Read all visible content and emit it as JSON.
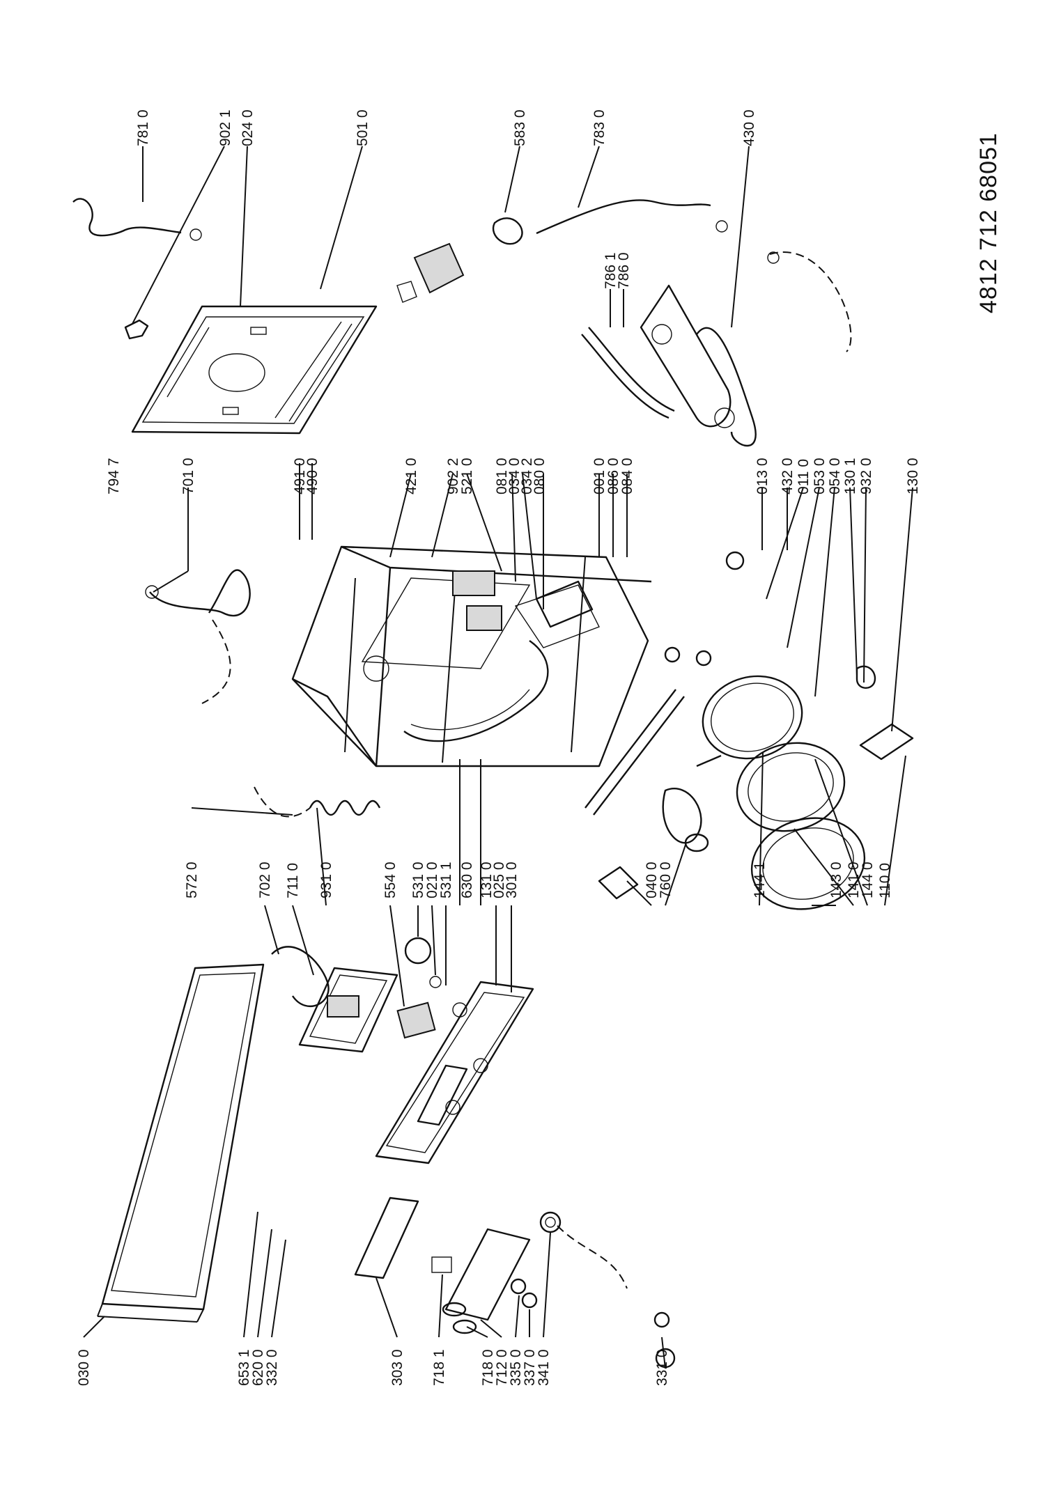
{
  "document": {
    "number": "4812 712 68051"
  },
  "labels": {
    "p7810": "781 0",
    "p9021": "902 1",
    "p0240": "024 0",
    "p5010": "501 0",
    "p5830": "583 0",
    "p7830": "783 0",
    "p4300": "430 0",
    "p7861": "786 1",
    "p7860": "786 0",
    "p7947": "794 7",
    "p7010": "701 0",
    "p4910": "491 0",
    "p4900": "490 0",
    "p4210": "421 0",
    "p9022": "902 2",
    "p5210": "521 0",
    "p0810": "081 0",
    "p0340": "034 0",
    "p0342": "034 2",
    "p0800": "080 0",
    "p0010": "001 0",
    "p0860": "086 0",
    "p0840": "084 0",
    "p0130": "013 0",
    "p4320": "432 0",
    "p0110": "011 0",
    "p0530": "053 0",
    "p0540": "054 0",
    "p1301": "130 1",
    "p9320": "932 0",
    "p1300": "130 0",
    "p5720": "572 0",
    "p7020": "702 0",
    "p7110": "711 0",
    "p9310": "931 0",
    "p5540": "554 0",
    "p5310": "531 0",
    "p0210": "021 0",
    "p5311": "531 1",
    "p6300": "630 0",
    "p1310": "131 0",
    "p0250": "025 0",
    "p3010": "301 0",
    "p0400": "040 0",
    "p7600": "760 0",
    "p1441": "144 1",
    "p1430": "143 0",
    "p1410": "141 0",
    "p1440": "144 0",
    "p1100": "110 0",
    "p0300": "030 0",
    "p6531": "653 1",
    "p6200": "620 0",
    "p3320": "332 0",
    "p3030": "303 0",
    "p7181": "718 1",
    "p7180": "718 0",
    "p7120": "712 0",
    "p3350": "335 0",
    "p3370": "337 0",
    "p3410": "341 0",
    "p3310": "331 0"
  }
}
